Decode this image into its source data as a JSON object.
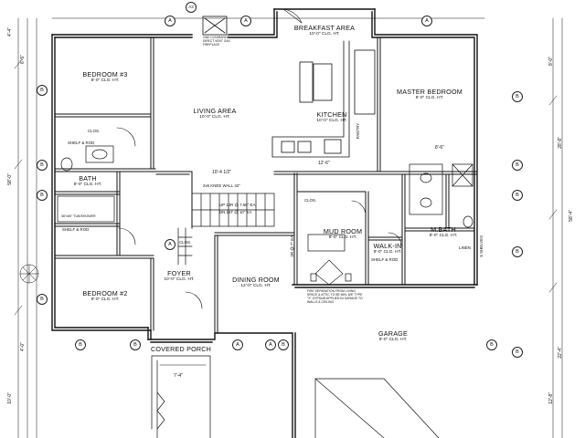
{
  "rooms": [
    {
      "name": "BREAKFAST AREA",
      "height": "10'-0\" CLG. HT."
    },
    {
      "name": "BEDROOM #3",
      "height": "8'-0\" CLG. HT."
    },
    {
      "name": "LIVING AREA",
      "height": "10'-0\" CLG. HT."
    },
    {
      "name": "KITCHEN",
      "height": "10'-0\" CLG. HT."
    },
    {
      "name": "MASTER BEDROOM",
      "height": "8'-0\" CLG. HT."
    },
    {
      "name": "BATH",
      "height": "8'-0\" CLG. HT."
    },
    {
      "name": "MUD ROOM",
      "height": "8'-0\" CLG. HT."
    },
    {
      "name": "M.BATH",
      "height": "8'-0\" CLG. HT."
    },
    {
      "name": "WALK-IN",
      "height": "8'-0\" CLG. HT."
    },
    {
      "name": "FOYER",
      "height": "10'-0\" CLG. HT."
    },
    {
      "name": "DINING ROOM",
      "height": "12'-0\" CLG. HT."
    },
    {
      "name": "BEDROOM #2",
      "height": "8'-0\" CLG. HT."
    },
    {
      "name": "COVERED PORCH",
      "height": ""
    },
    {
      "name": "GARAGE",
      "height": "9'-0\" CLG. HT."
    }
  ],
  "labels": {
    "clos1": "CLOS.",
    "shelf1": "SHELF & ROD",
    "shelf2": "SHELF & ROD",
    "shelf3": "SHELF & ROD",
    "clos2": "CLOS.",
    "clos3": "CLOS.",
    "pantry": "PANTRY",
    "linen": "LINEN",
    "shelves": "5 SHELVES",
    "tub": "36\"x60\" TUB/SHOWER",
    "knee_wall": "2x6 KNEE WALL 42\"",
    "up_stair": "UP 14R @ 7.66\" EA",
    "dn_stair": "DN 15T @ 10\" EA",
    "mud_stair": "3R @ 7\" EA",
    "fireplace": "2440 CLEARANCE DIRECT VENT GAS FIREPLACE",
    "fire_sep": "FIRE SEPARATION FROM LIVING SPACE & ATTIC TO BE MIN. 5/8\" TYPE \"X\" GYPSUM APPLIED IN GARAGE TO WALLS & CEILING"
  },
  "grid_markers": [
    "A",
    "A",
    "A",
    "A",
    "A",
    "A",
    "B",
    "B",
    "B",
    "B",
    "B",
    "B",
    "B",
    "B",
    "B",
    "B",
    "B",
    "B",
    "B"
  ],
  "section_mark": "A3",
  "dims": {
    "top_left": "4'-4\"",
    "left_1": "6'-5\"",
    "left_2": "58'-0\"",
    "left_3": "4'-0\"",
    "left_4": "10'-0\"",
    "right_1": "8'-0\"",
    "right_2": "28'-8\"",
    "right_3": "58'-4\"",
    "right_4": "22'-4\"",
    "right_5": "12'-8\"",
    "porch": "7'-4\"",
    "kit": "12'-6\"",
    "living": "10'-4 1/2\"",
    "mb": "8'-6\""
  }
}
